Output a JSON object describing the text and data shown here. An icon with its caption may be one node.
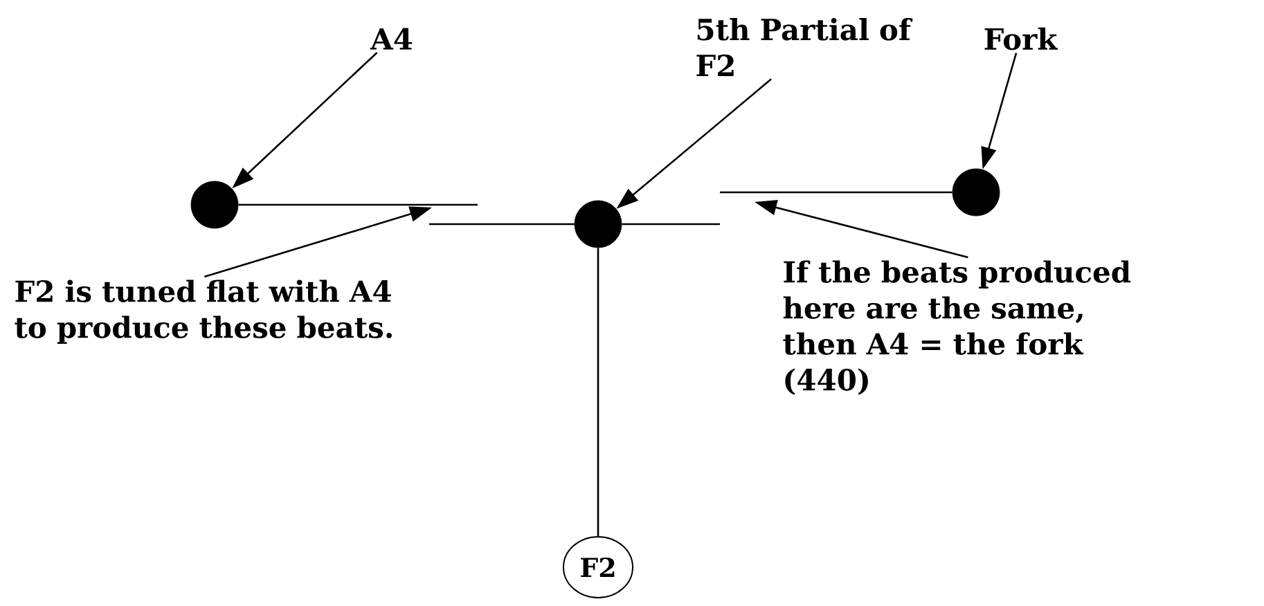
{
  "diagram": {
    "nodes": [
      {
        "text": [
          "A4"
        ]
      },
      {
        "text": [
          "5th Partial of F2"
        ]
      },
      {
        "text": [
          "Fork"
        ]
      },
      {
        "text": [],
        "shape": "circle"
      },
      {
        "text": [],
        "shape": "circle"
      },
      {
        "text": [],
        "shape": "circle"
      },
      {
        "text": [
          "F2"
        ]
      },
      {
        "text": [
          "F2 is tuned flat with A4 to produce these beats."
        ]
      },
      {
        "text": [
          "If the beats produced here are the same, then A4 = the fork (440)"
        ]
      }
    ],
    "edges": [
      {
        "from": 3,
        "to": null,
        "arrow": "none"
      },
      {
        "from": 4,
        "to": null,
        "arrow": "none"
      },
      {
        "from": 4,
        "to": null,
        "arrow": "none"
      },
      {
        "from": 5,
        "to": null,
        "arrow": "none"
      },
      {
        "from": 4,
        "to": 6,
        "arrow": "none"
      },
      {
        "from": 0,
        "to": 3,
        "arrow": "to"
      },
      {
        "from": 1,
        "to": 4,
        "arrow": "to"
      },
      {
        "from": 2,
        "to": 5,
        "arrow": "to"
      },
      {
        "from": 7,
        "to": null,
        "arrow": "to"
      },
      {
        "from": 8,
        "to": null,
        "arrow": "to"
      }
    ]
  }
}
